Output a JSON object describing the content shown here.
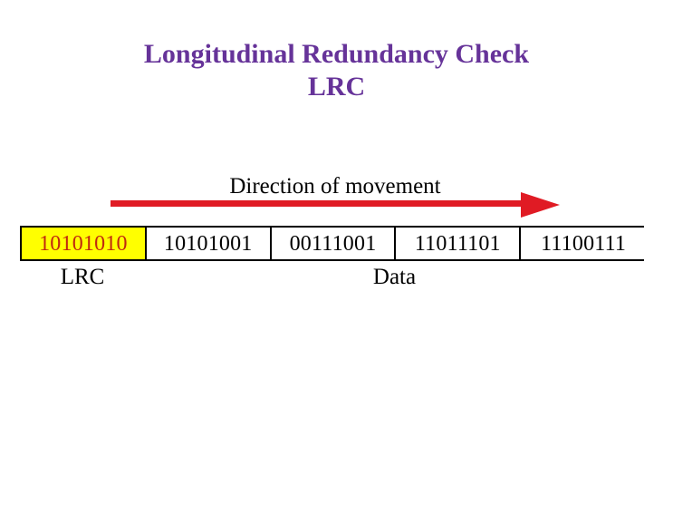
{
  "slide": {
    "title_line1": "Longitudinal Redundancy Check",
    "title_line2": "LRC",
    "title_color": "#663399",
    "background": "#ffffff"
  },
  "diagram": {
    "direction_label": "Direction of movement",
    "arrow": {
      "name": "direction-arrow",
      "color": "#e01b24",
      "points": "right"
    },
    "frame": {
      "cells": [
        {
          "value": "10101010",
          "role": "lrc",
          "background": "#ffff00",
          "text_color": "#c0290f"
        },
        {
          "value": "10101001",
          "role": "data",
          "background": "#ffffff",
          "text_color": "#000000"
        },
        {
          "value": "00111001",
          "role": "data",
          "background": "#ffffff",
          "text_color": "#000000"
        },
        {
          "value": "11011101",
          "role": "data",
          "background": "#ffffff",
          "text_color": "#000000"
        },
        {
          "value": "11100111",
          "role": "data",
          "background": "#ffffff",
          "text_color": "#000000"
        }
      ],
      "border_color": "#000000"
    },
    "captions": {
      "lrc": "LRC",
      "data": "Data"
    }
  }
}
